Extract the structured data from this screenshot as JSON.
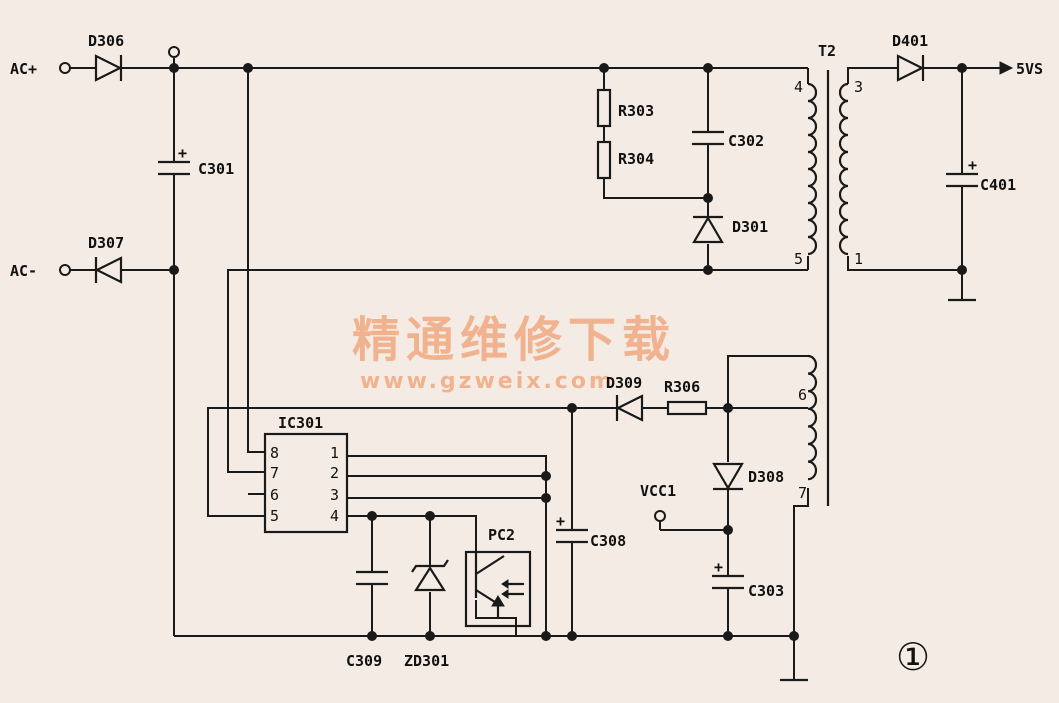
{
  "diagram": {
    "terminals": {
      "ac_plus": "AC+",
      "ac_minus": "AC-",
      "out_5vs": "5VS",
      "vcc1": "VCC1"
    },
    "components": {
      "d306": "D306",
      "d307": "D307",
      "c301": "C301",
      "r303": "R303",
      "r304": "R304",
      "c302": "C302",
      "d301": "D301",
      "t2": "T2",
      "d401": "D401",
      "c401": "C401",
      "ic301": "IC301",
      "d309": "D309",
      "r306": "R306",
      "d308": "D308",
      "c308": "C308",
      "c303": "C303",
      "pc2": "PC2",
      "c309": "C309",
      "zd301": "ZD301"
    },
    "ic_pins": {
      "left": [
        "8",
        "7",
        "6",
        "5"
      ],
      "right": [
        "1",
        "2",
        "3",
        "4"
      ]
    },
    "transformer_pins": {
      "p4": "4",
      "p5": "5",
      "p3": "3",
      "p1": "1",
      "p6": "6",
      "p7": "7"
    },
    "polarity_mark": "+",
    "figure_number": "①",
    "watermark": {
      "title": "精通维修下载",
      "url": "www.gzweix.com"
    }
  }
}
